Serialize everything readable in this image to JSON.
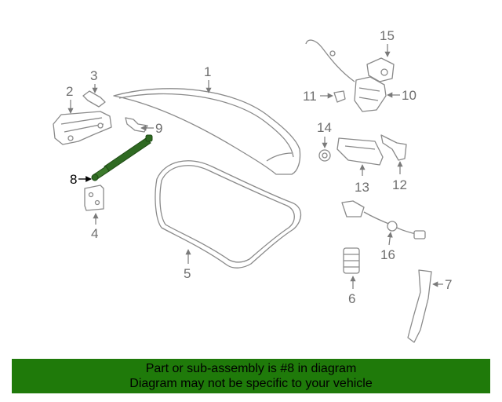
{
  "diagram": {
    "highlighted_part": "8",
    "callouts": [
      "1",
      "2",
      "3",
      "4",
      "5",
      "6",
      "7",
      "8",
      "9",
      "10",
      "11",
      "12",
      "13",
      "14",
      "15",
      "16"
    ]
  },
  "banner": {
    "line1": "Part or sub-assembly is #8 in diagram",
    "line2": "Diagram may not be specific to your vehicle",
    "background": "#1f7a0a"
  },
  "colors": {
    "highlight_part": "#2f6a22",
    "line_art": "#8a8a8a",
    "callout_text": "#6e6e6e"
  }
}
